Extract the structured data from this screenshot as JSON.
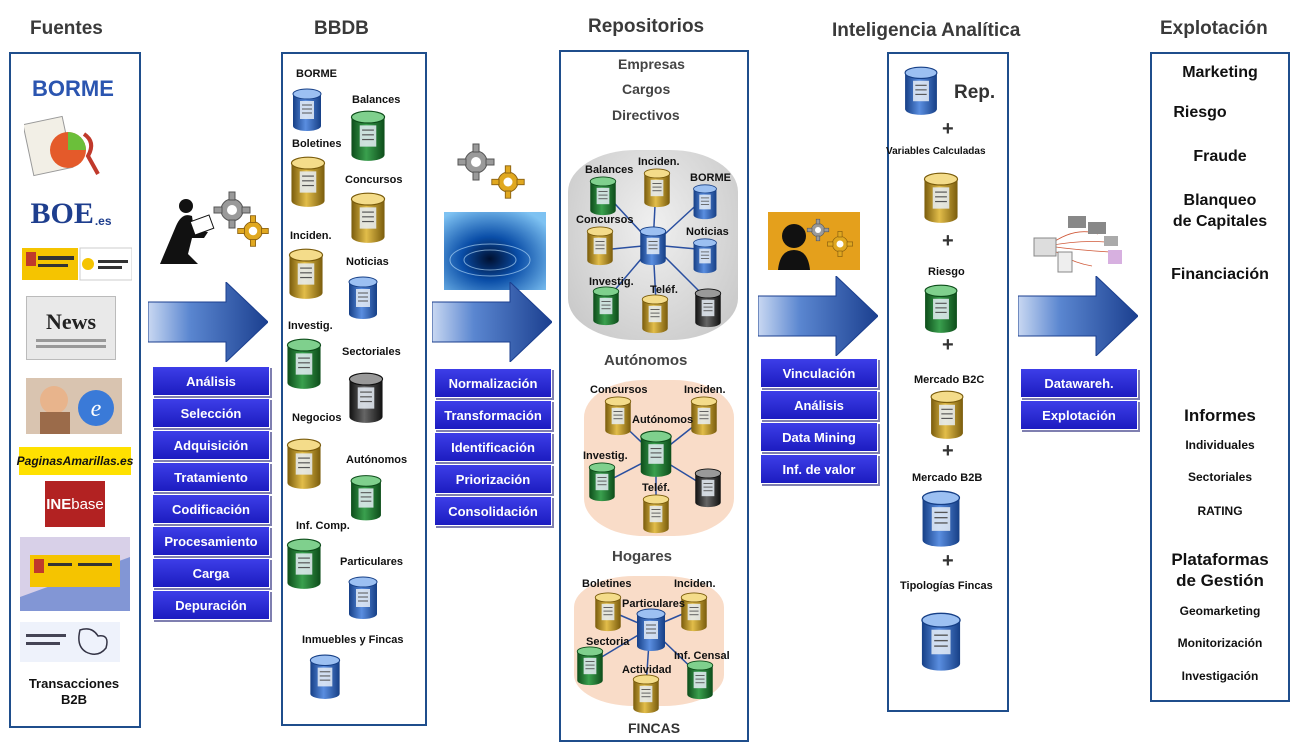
{
  "columns": {
    "fuentes": "Fuentes",
    "bbdb": "BBDB",
    "repositorios": "Repositorios",
    "inteligencia": "Inteligencia Analítica",
    "explotacion": "Explotación"
  },
  "fuentes": {
    "logos": [
      "BORME",
      "BOE",
      ".es",
      "News",
      "PaginasAmarillas.es",
      "INE",
      "base"
    ],
    "footer_line1": "Transacciones",
    "footer_line2": "B2B"
  },
  "process1": [
    "Análisis",
    "Selección",
    "Adquisición",
    "Tratamiento",
    "Codificación",
    "Procesamiento",
    "Carga",
    "Depuración"
  ],
  "bbdb": {
    "items": [
      "BORME",
      "Balances",
      "Boletines",
      "Concursos",
      "Inciden.",
      "Noticias",
      "Investig.",
      "Sectoriales",
      "Negocios",
      "Autónomos",
      "Inf. Comp.",
      "Particulares",
      "Inmuebles y Fincas"
    ]
  },
  "process2": [
    "Normalización",
    "Transformación",
    "Identificación",
    "Priorización",
    "Consolidación"
  ],
  "repos": {
    "head1": "Empresas",
    "head2": "Cargos",
    "head3": "Directivos",
    "empresas_nodes": [
      "Balances",
      "Inciden.",
      "BORME",
      "Concursos",
      "Noticias",
      "Investig.",
      "Teléf."
    ],
    "autonomos_title": "Autónomos",
    "autonomos_nodes": [
      "Concursos",
      "Inciden.",
      "Autónomos",
      "Investig.",
      "Teléf."
    ],
    "hogares_title": "Hogares",
    "hogares_nodes": [
      "Boletines",
      "Inciden.",
      "Particulares",
      "Sectoria",
      "Inf. Censal",
      "Actividad"
    ],
    "fincas": "FINCAS"
  },
  "process3": [
    "Vinculación",
    "Análisis",
    "Data Mining",
    "Inf. de valor"
  ],
  "inteligencia": {
    "rep": "Rep.",
    "plus": "+",
    "items": [
      "Variables Calculadas",
      "Riesgo",
      "Mercado B2C",
      "Mercado B2B",
      "Tipologías Fincas"
    ]
  },
  "process4": [
    "Datawareh.",
    "Explotación"
  ],
  "explotacion": {
    "top": [
      "Marketing",
      "Riesgo",
      "Fraude",
      "Blanqueo",
      "de Capitales",
      "Financiación"
    ],
    "informes": "Informes",
    "informes_items": [
      "Individuales",
      "Sectoriales",
      "RATING"
    ],
    "plataformas1": "Plataformas",
    "plataformas2": "de Gestión",
    "plataformas_items": [
      "Geomarketing",
      "Monitorización",
      "Investigación"
    ]
  },
  "colors": {
    "panel_border": "#1f4e8c",
    "button": "#2222cc",
    "cyl_blue": "#2f63b8",
    "cyl_green": "#1f7a2e",
    "cyl_gold": "#b8901e",
    "cyl_black": "#2a2a2a",
    "arrow": "#2a5db0"
  }
}
